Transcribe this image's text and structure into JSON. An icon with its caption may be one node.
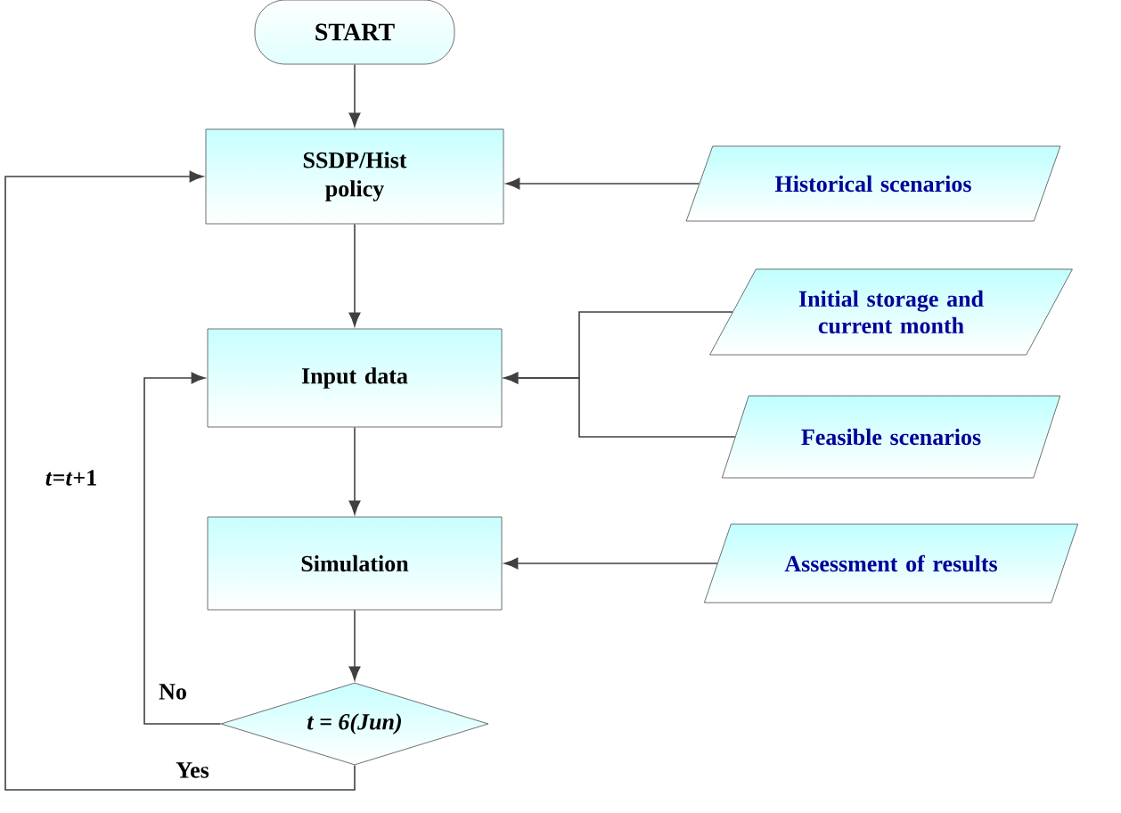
{
  "diagram": {
    "nodes": [
      {
        "text": [
          "START"
        ]
      },
      {
        "text": [
          "SSDP/Hist policy"
        ]
      },
      {
        "text": [
          "Historical scenarios"
        ]
      },
      {
        "text": [
          "Input data"
        ]
      },
      {
        "text": [
          "Initial storage and current month"
        ]
      },
      {
        "text": [
          "Feasible scenarios"
        ]
      },
      {
        "text": [
          "Simulation"
        ]
      },
      {
        "text": [
          "Assessment of results"
        ]
      },
      {
        "text": [
          "t = 6(Jun)"
        ]
      }
    ],
    "edges": [
      {
        "from": 0,
        "to": 1,
        "arrow": "to"
      },
      {
        "from": 2,
        "to": 1,
        "arrow": "to"
      },
      {
        "from": 1,
        "to": 3,
        "arrow": "to"
      },
      {
        "from": 4,
        "to": 3,
        "arrow": "to"
      },
      {
        "from": 5,
        "to": 3,
        "arrow": "to"
      },
      {
        "from": 3,
        "to": 6,
        "arrow": "to"
      },
      {
        "from": 7,
        "to": 6,
        "arrow": "to"
      },
      {
        "from": 6,
        "to": 8,
        "arrow": "to"
      },
      {
        "from": 8,
        "to": 3,
        "arrow": "to",
        "label": "No"
      },
      {
        "from": 8,
        "to": 1,
        "arrow": "to",
        "label": "Yes"
      }
    ],
    "labels": [
      "*t*=*t*+1"
    ]
  }
}
